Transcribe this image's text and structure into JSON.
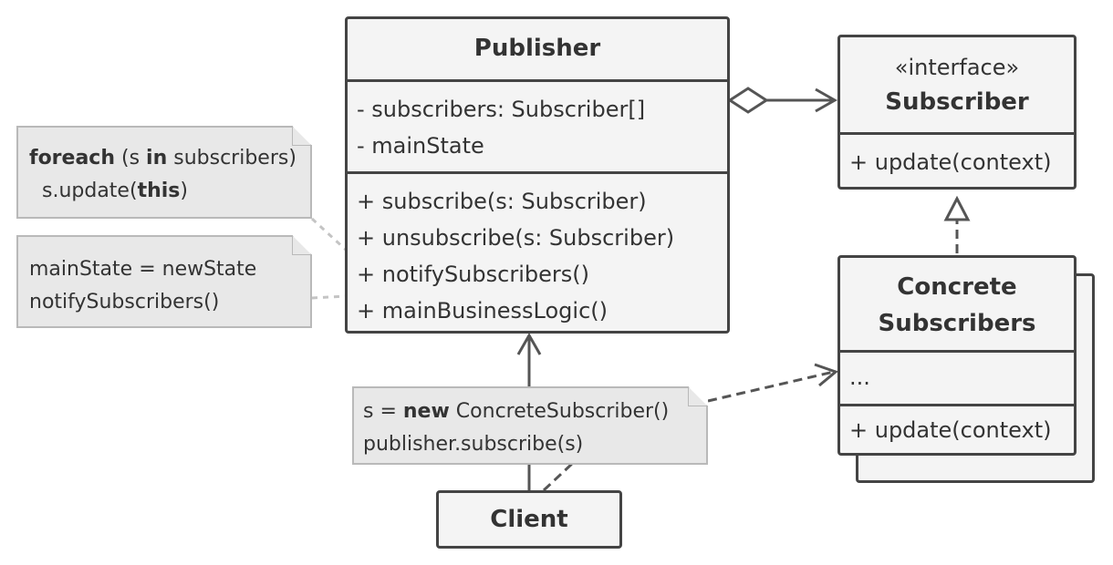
{
  "publisher": {
    "title": "Publisher",
    "fields": [
      "- subscribers: Subscriber[]",
      "- mainState"
    ],
    "methods": [
      "+ subscribe(s: Subscriber)",
      "+ unsubscribe(s: Subscriber)",
      "+ notifySubscribers()",
      "+ mainBusinessLogic()"
    ]
  },
  "subscriber": {
    "stereotype": "«interface»",
    "title": "Subscriber",
    "methods": [
      "+ update(context)"
    ]
  },
  "concrete": {
    "title_line1": "Concrete",
    "title_line2": "Subscribers",
    "fields": [
      "..."
    ],
    "methods": [
      "+ update(context)"
    ]
  },
  "client": {
    "title": "Client"
  },
  "note_notify": {
    "kw_foreach": "foreach",
    "part1": " (s ",
    "kw_in": "in",
    "part2": " subscribers)",
    "call_prefix": "s.update(",
    "kw_this": "this",
    "call_suffix": ")"
  },
  "note_logic": {
    "line1": "mainState = newState",
    "line2": "notifySubscribers()"
  },
  "note_client": {
    "prefix": "s = ",
    "kw_new": "new",
    "suffix": " ConcreteSubscriber()",
    "line2": "publisher.subscribe(s)"
  }
}
